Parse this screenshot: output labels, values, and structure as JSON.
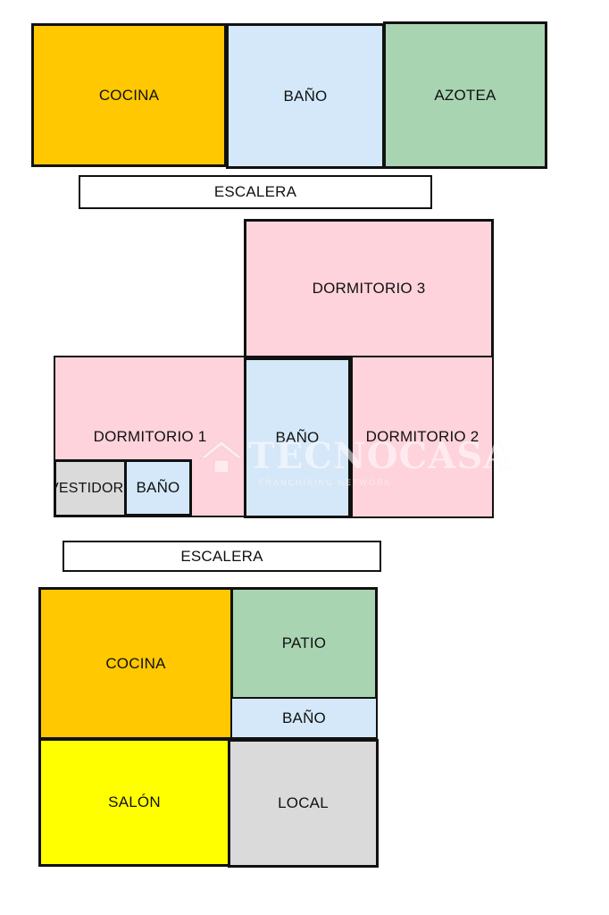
{
  "colors": {
    "kitchen": "#FFC800",
    "bathroom": "#D4E8FA",
    "terrace": "#A8D4B2",
    "bedroom": "#FFD3DC",
    "dressing_room": "#DADADA",
    "living_room": "#FFFF00",
    "shop": "#DADADA",
    "walls": "#111111"
  },
  "top_floor": {
    "kitchen": "COCINA",
    "bathroom": "BAÑO",
    "terrace": "AZOTEA",
    "stairs": "ESCALERA"
  },
  "middle_floor": {
    "bedroom_3": "DORMITORIO 3",
    "bedroom_1": "DORMITORIO 1",
    "bathroom": "BAÑO",
    "bedroom_2": "DORMITORIO 2",
    "dressing_room": "VESTIDOR",
    "ensuite_bathroom": "BAÑO"
  },
  "ground_floor": {
    "stairs": "ESCALERA",
    "kitchen": "COCINA",
    "patio": "PATIO",
    "bathroom": "BAÑO",
    "living_room": "SALÓN",
    "shop": "LOCAL"
  },
  "watermark": {
    "brand": "TECNOCASA",
    "tagline": "FRANCHISING NETWORK",
    "logo_icon": "house-logo-icon"
  }
}
